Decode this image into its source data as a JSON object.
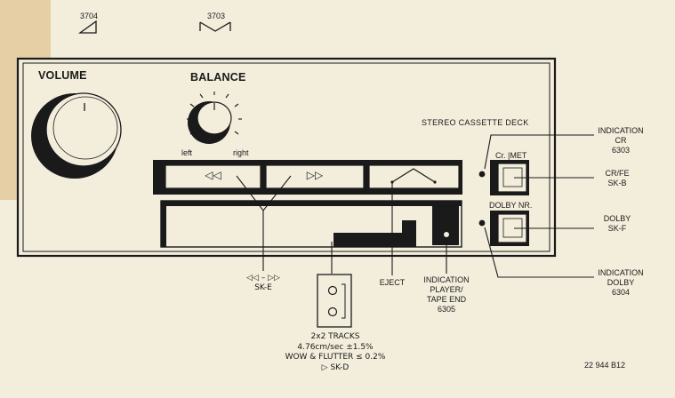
{
  "codes": {
    "volume_part": "3704",
    "balance_part": "3703"
  },
  "panel": {
    "volume_label": "VOLUME",
    "balance_label": "BALANCE",
    "balance_left": "left",
    "balance_right": "right",
    "deck_title": "STEREO CASSETTE DECK",
    "cr_met_label": "Cr. |MET",
    "dolby_nr_label": "DOLBY NR.",
    "transport": [
      {
        "name": "rewind",
        "glyph": "◁◁"
      },
      {
        "name": "fast-forward",
        "glyph": "▷▷"
      },
      {
        "name": "eject",
        "glyph": ""
      }
    ]
  },
  "callouts": {
    "indication_cr": [
      "INDICATION",
      "CR",
      "6303"
    ],
    "cr_fe": [
      "CR/FE",
      "SK-B"
    ],
    "dolby": [
      "DOLBY",
      "SK-F"
    ],
    "indication_dolby": [
      "INDICATION",
      "DOLBY",
      "6304"
    ],
    "sk_e": [
      "◁◁ – ▷▷",
      "SK-E"
    ],
    "eject": [
      "EJECT"
    ],
    "indication_player": [
      "INDICATION",
      "PLAYER/",
      "TAPE END",
      "6305"
    ],
    "tracks": [
      "2x2 TRACKS",
      "4.76cm/sec ±1.5%",
      "WOW & FLUTTER ≤ 0.2%",
      "▷ SK-D"
    ]
  },
  "footer": {
    "drawing_ref": "22 944 B12"
  },
  "colors": {
    "ink": "#1a1a1a",
    "paper": "#f3eddc",
    "tape_shadow": "#e6cfa4"
  }
}
